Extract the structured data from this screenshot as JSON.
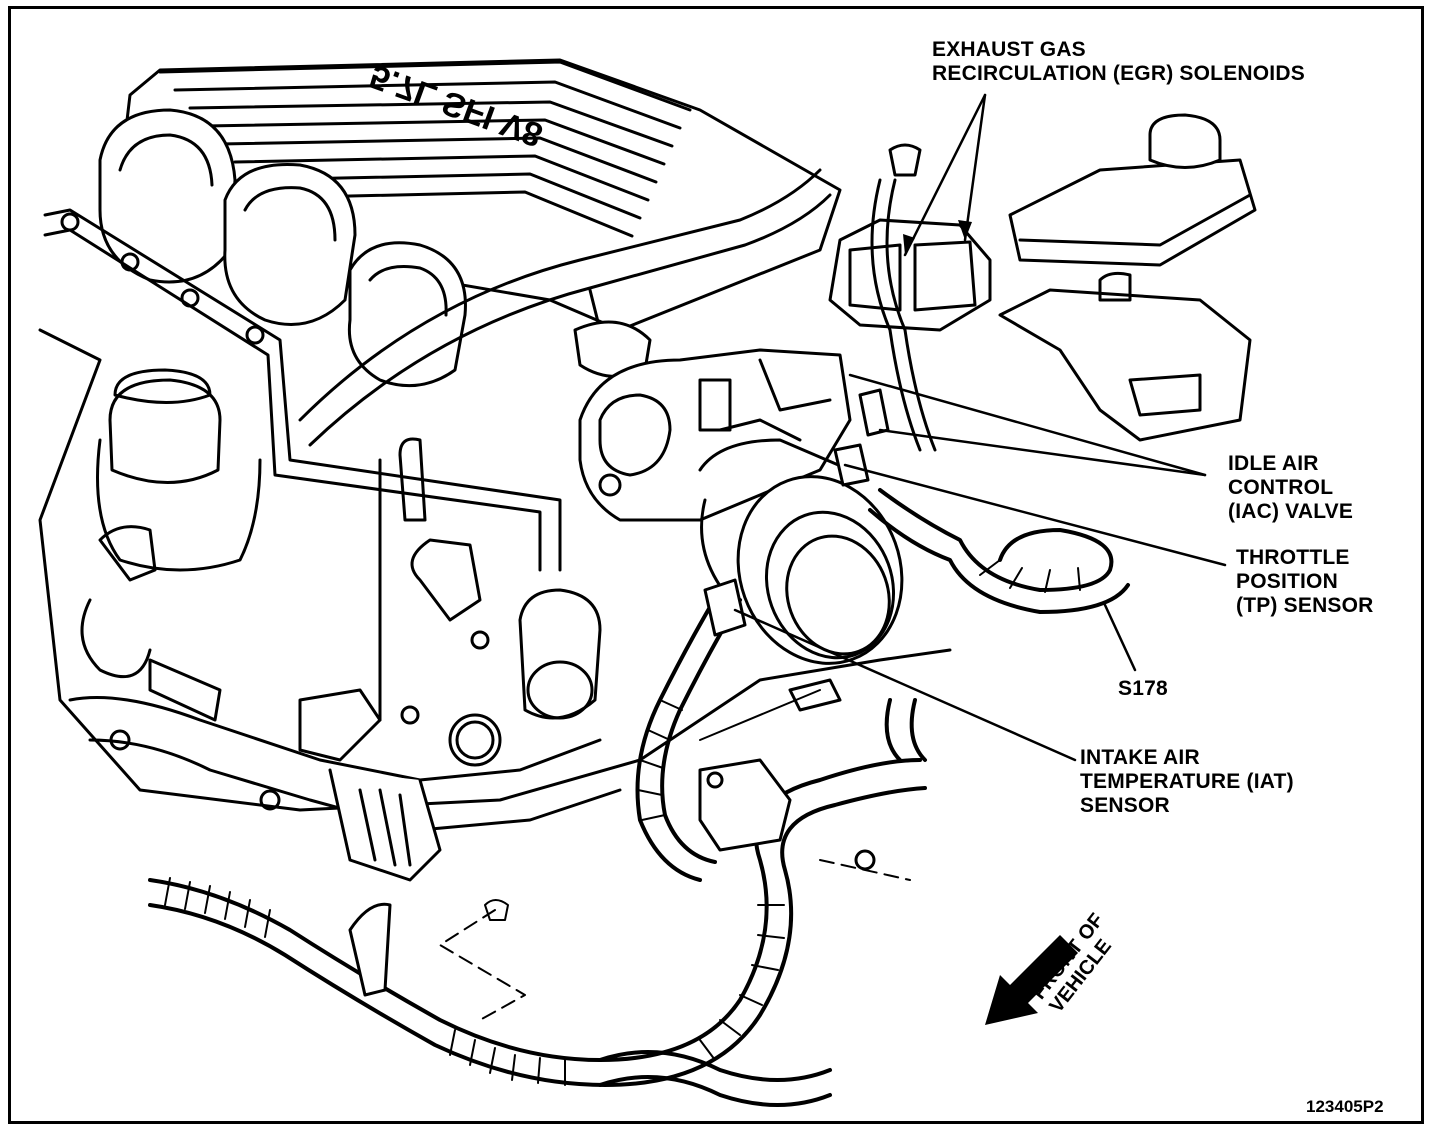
{
  "figure": {
    "figure_id": "123405P2",
    "emblem_text": "5.7L SFI V8"
  },
  "callouts": {
    "egr": [
      "EXHAUST GAS",
      "RECIRCULATION (EGR) SOLENOIDS"
    ],
    "iac": [
      "IDLE AIR",
      "CONTROL",
      "(IAC) VALVE"
    ],
    "tp": [
      "THROTTLE",
      "POSITION",
      "(TP) SENSOR"
    ],
    "splice": "S178",
    "iat": [
      "INTAKE AIR",
      "TEMPERATURE (IAT)",
      "SENSOR"
    ]
  },
  "direction": {
    "label": [
      "FRONT OF",
      "VEHICLE"
    ]
  },
  "colors": {
    "ink": "#000000",
    "paper": "#ffffff"
  }
}
